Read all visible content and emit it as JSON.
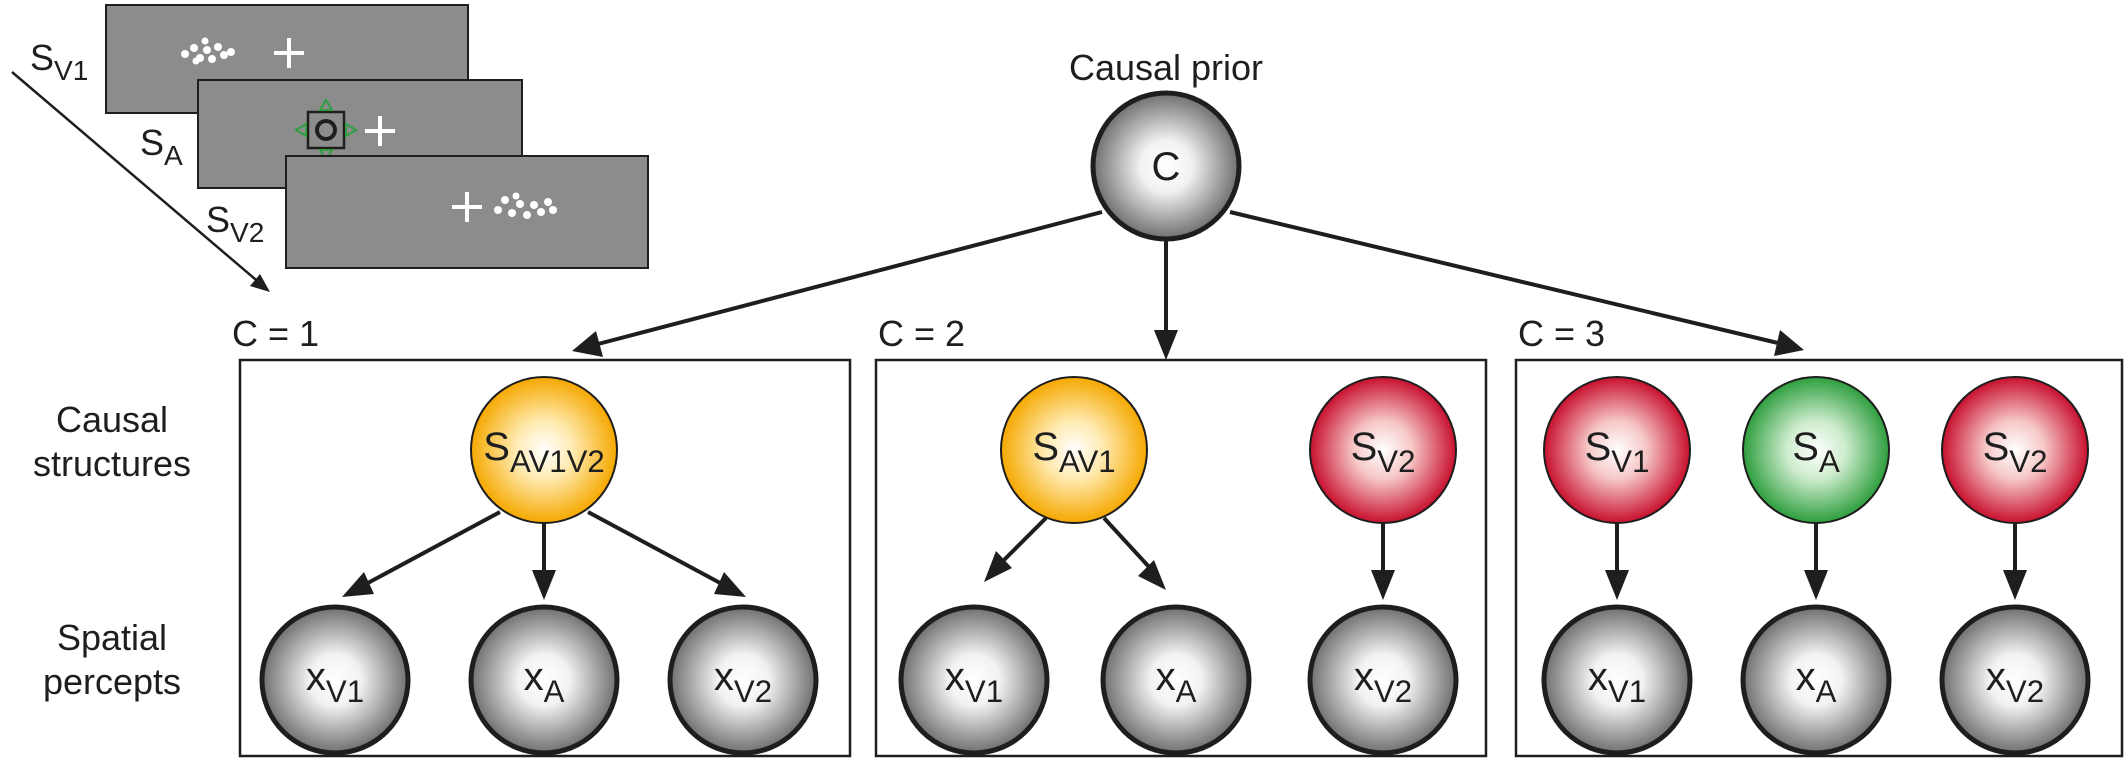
{
  "stimulus_sequence": {
    "labels": [
      {
        "main": "S",
        "sub": "V1"
      },
      {
        "main": "S",
        "sub": "A"
      },
      {
        "main": "S",
        "sub": "V2"
      }
    ],
    "fixation_glyph": "+"
  },
  "prior": {
    "title": "Causal prior",
    "node_label": "C"
  },
  "row_labels": {
    "structures": [
      "Causal",
      "structures"
    ],
    "percepts": [
      "Spatial",
      "percepts"
    ]
  },
  "panels": [
    {
      "title": "C = 1",
      "sources": [
        {
          "main": "S",
          "sub": "AV1V2",
          "color": "orange"
        }
      ],
      "percepts": [
        {
          "main": "x",
          "sub": "V1"
        },
        {
          "main": "x",
          "sub": "A"
        },
        {
          "main": "x",
          "sub": "V2"
        }
      ]
    },
    {
      "title": "C = 2",
      "sources": [
        {
          "main": "S",
          "sub": "AV1",
          "color": "orange"
        },
        {
          "main": "S",
          "sub": "V2",
          "color": "red"
        }
      ],
      "percepts": [
        {
          "main": "x",
          "sub": "V1"
        },
        {
          "main": "x",
          "sub": "A"
        },
        {
          "main": "x",
          "sub": "V2"
        }
      ]
    },
    {
      "title": "C = 3",
      "sources": [
        {
          "main": "S",
          "sub": "V1",
          "color": "red"
        },
        {
          "main": "S",
          "sub": "A",
          "color": "green"
        },
        {
          "main": "S",
          "sub": "V2",
          "color": "red"
        }
      ],
      "percepts": [
        {
          "main": "x",
          "sub": "V1"
        },
        {
          "main": "x",
          "sub": "A"
        },
        {
          "main": "x",
          "sub": "V2"
        }
      ]
    }
  ],
  "colors": {
    "orange": "#f5a800",
    "red": "#c8102e",
    "green": "#2e9e3e",
    "gray_node": "#6f6f6f",
    "screen": "#8c8c8c",
    "outline": "#1e1e1e"
  }
}
